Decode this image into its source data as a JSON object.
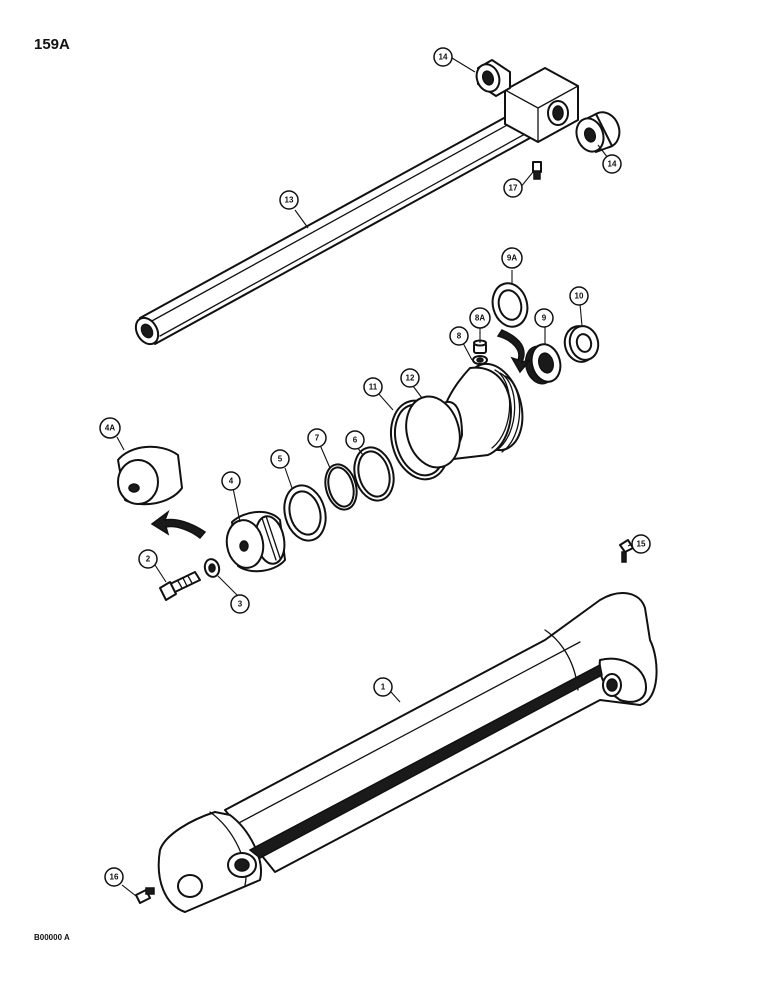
{
  "page_number": "159A",
  "figure_code": "B00000 A",
  "callouts": [
    {
      "id": "c1",
      "label": "1"
    },
    {
      "id": "c2",
      "label": "2"
    },
    {
      "id": "c3",
      "label": "3"
    },
    {
      "id": "c4",
      "label": "4"
    },
    {
      "id": "c4a",
      "label": "4A"
    },
    {
      "id": "c5",
      "label": "5"
    },
    {
      "id": "c6",
      "label": "6"
    },
    {
      "id": "c7",
      "label": "7"
    },
    {
      "id": "c8",
      "label": "8"
    },
    {
      "id": "c8a",
      "label": "8A"
    },
    {
      "id": "c9",
      "label": "9"
    },
    {
      "id": "c9a",
      "label": "9A"
    },
    {
      "id": "c10",
      "label": "10"
    },
    {
      "id": "c11",
      "label": "11"
    },
    {
      "id": "c12",
      "label": "12"
    },
    {
      "id": "c13",
      "label": "13"
    },
    {
      "id": "c14a",
      "label": "14"
    },
    {
      "id": "c14b",
      "label": "14"
    },
    {
      "id": "c15",
      "label": "15"
    },
    {
      "id": "c16",
      "label": "16"
    },
    {
      "id": "c17",
      "label": "17"
    }
  ]
}
